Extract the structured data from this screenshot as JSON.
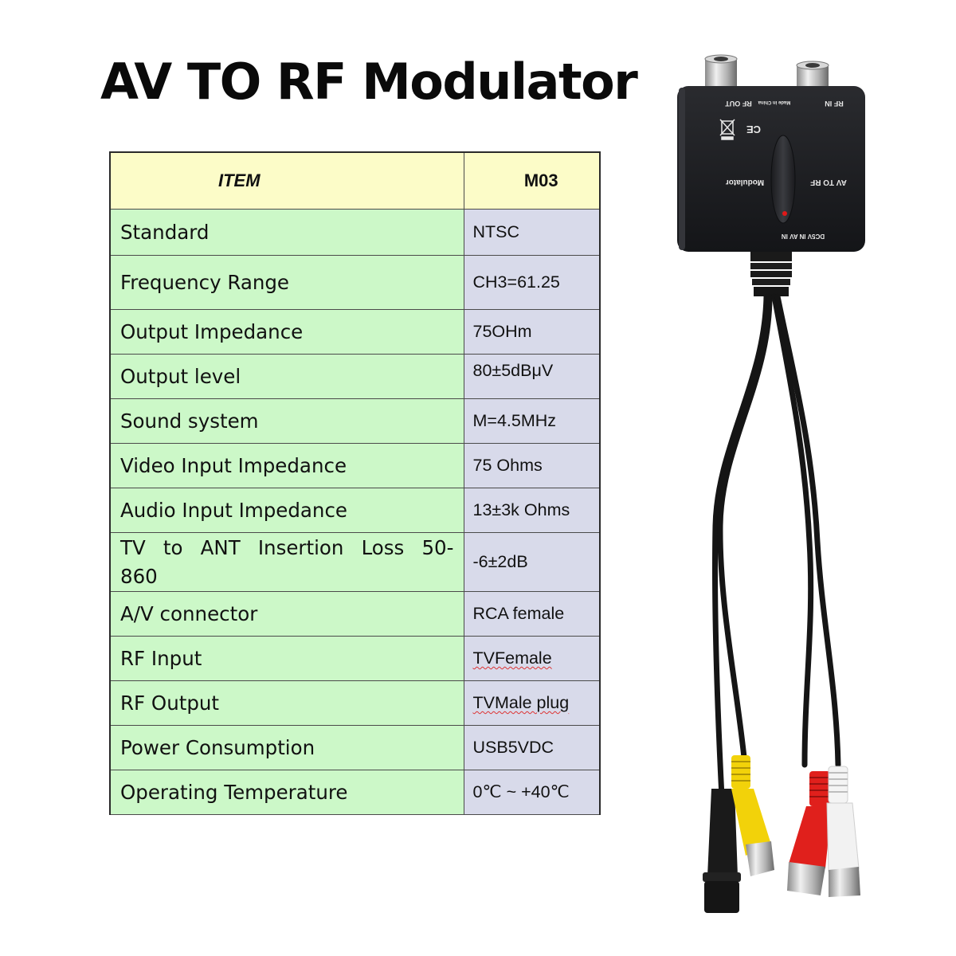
{
  "title": "AV TO RF Modulator",
  "table": {
    "headers": {
      "item": "ITEM",
      "model": "M03"
    },
    "rows": [
      {
        "item": "Standard",
        "value": "NTSC"
      },
      {
        "item": "Frequency Range",
        "value": "CH3=61.25"
      },
      {
        "item": "Output Impedance",
        "value": "75OHm"
      },
      {
        "item": "Output level",
        "value": "80±5dBμV"
      },
      {
        "item": "Sound system",
        "value": "M=4.5MHz"
      },
      {
        "item": "Video Input Impedance",
        "value": "75 Ohms"
      },
      {
        "item": "Audio Input Impedance",
        "value": "13±3k Ohms"
      },
      {
        "item": "TV to ANT Insertion Loss 50-860",
        "value": "-6±2dB"
      },
      {
        "item": "A/V connector",
        "value": "RCA female"
      },
      {
        "item": "RF Input",
        "value": "TVFemale"
      },
      {
        "item": "RF Output",
        "value": "TVMale plug"
      },
      {
        "item": "Power Consumption",
        "value": "USB5VDC"
      },
      {
        "item": "Operating Temperature",
        "value": "0℃ ~ +40℃"
      }
    ]
  },
  "product": {
    "labels": {
      "rf_out": "RF OUT",
      "made_in": "Made in China",
      "rf_in": "RF IN",
      "av_to_rf": "AV TO RF",
      "modulator": "Modulator",
      "dc5v_in": "DC5V IN",
      "av_in": "AV IN",
      "ce": "CE"
    },
    "colors": {
      "body": "#1c1d20",
      "led": "#e01818",
      "rca_yellow": "#f2d20a",
      "rca_red": "#e0201c",
      "rca_white": "#f2f2f2",
      "dc_black": "#1a1a1a"
    }
  }
}
